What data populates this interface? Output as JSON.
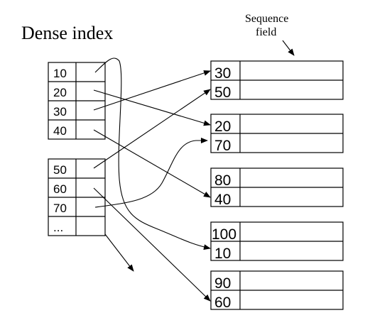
{
  "title": "Dense index",
  "annotation": {
    "line1": "Sequence",
    "line2": "field"
  },
  "index_blocks": [
    {
      "keys": [
        "10",
        "20",
        "30",
        "40"
      ]
    },
    {
      "keys": [
        "50",
        "60",
        "70",
        "..."
      ]
    }
  ],
  "data_blocks": [
    {
      "keys": [
        "30",
        "50"
      ]
    },
    {
      "keys": [
        "20",
        "70"
      ]
    },
    {
      "keys": [
        "80",
        "40"
      ]
    },
    {
      "keys": [
        "100",
        "10"
      ]
    },
    {
      "keys": [
        "90",
        "60"
      ]
    }
  ],
  "colors": {
    "ink": "#000000",
    "background": "#ffffff"
  }
}
